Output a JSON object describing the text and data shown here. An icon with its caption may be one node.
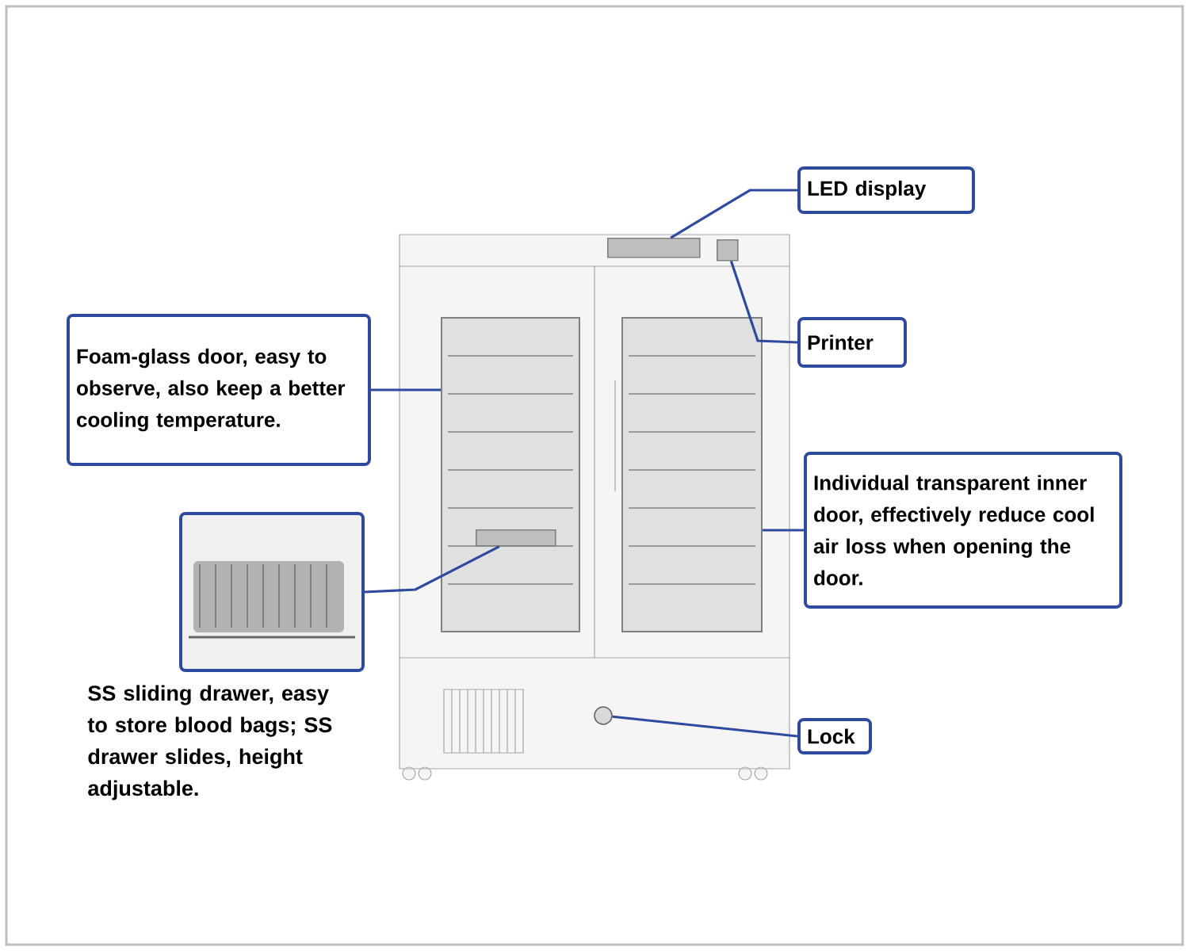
{
  "diagram": {
    "nodes": [
      {
        "text": [
          "LED display"
        ]
      },
      {
        "text": [
          "Printer"
        ]
      },
      {
        "text": [
          "Foam-glass door, easy to observe, also keep a better cooling temperature."
        ]
      },
      {
        "text": [],
        "shape": "picture",
        "beside": [
          "SS sliding drawer, easy to store blood bags; SS drawer slides, height adjustable."
        ]
      },
      {
        "text": [
          "Individual transparent inner door, effectively reduce cool air loss when opening the door."
        ]
      },
      {
        "text": [
          "Lock"
        ]
      },
      {
        "text": [],
        "shape": "box"
      },
      {
        "text": [],
        "shape": "box"
      },
      {
        "text": [],
        "shape": "box"
      },
      {
        "text": [],
        "shape": "box",
        "in": 8
      },
      {
        "text": [],
        "shape": "box"
      },
      {
        "text": [],
        "shape": "circle"
      }
    ],
    "edges": [
      {
        "from": 0,
        "to": 6,
        "arrow": "none"
      },
      {
        "from": 1,
        "to": 7,
        "arrow": "none"
      },
      {
        "from": 2,
        "to": 8,
        "arrow": "none"
      },
      {
        "from": 3,
        "to": 9,
        "arrow": "none"
      },
      {
        "from": 4,
        "to": 10,
        "arrow": "none"
      },
      {
        "from": 5,
        "to": 11,
        "arrow": "none"
      }
    ]
  }
}
